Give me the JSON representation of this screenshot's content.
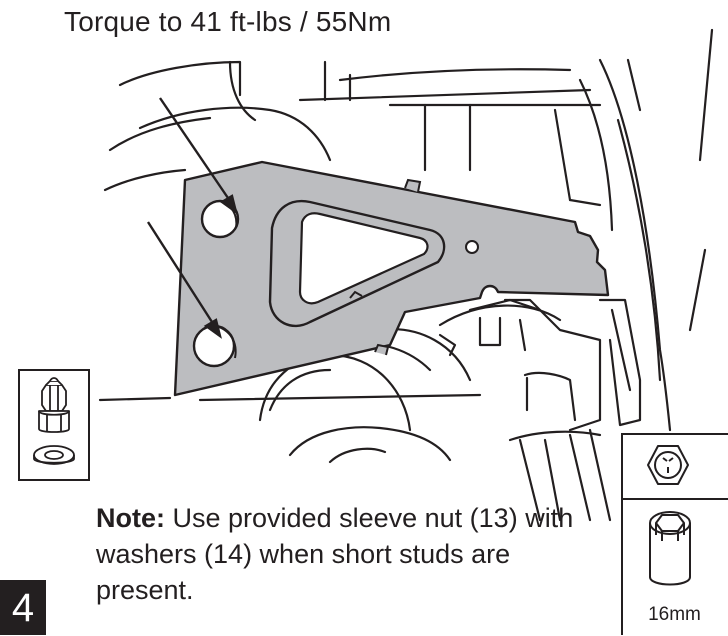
{
  "header": {
    "title": "Torque to 41 ft-lbs / 55Nm"
  },
  "icons": {
    "hardware": [
      "sleeve-nut-icon",
      "washer-icon"
    ],
    "tool": [
      "hex-bolt-head-icon",
      "socket-icon"
    ]
  },
  "tool": {
    "size_label": "16mm"
  },
  "note": {
    "label": "Note:",
    "text": " Use provided sleeve nut (13) with washers (14) when short studs are present."
  },
  "step": {
    "number": "4"
  },
  "colors": {
    "ink": "#231f20",
    "bracket": "#bcbdc0",
    "paper": "#ffffff"
  }
}
